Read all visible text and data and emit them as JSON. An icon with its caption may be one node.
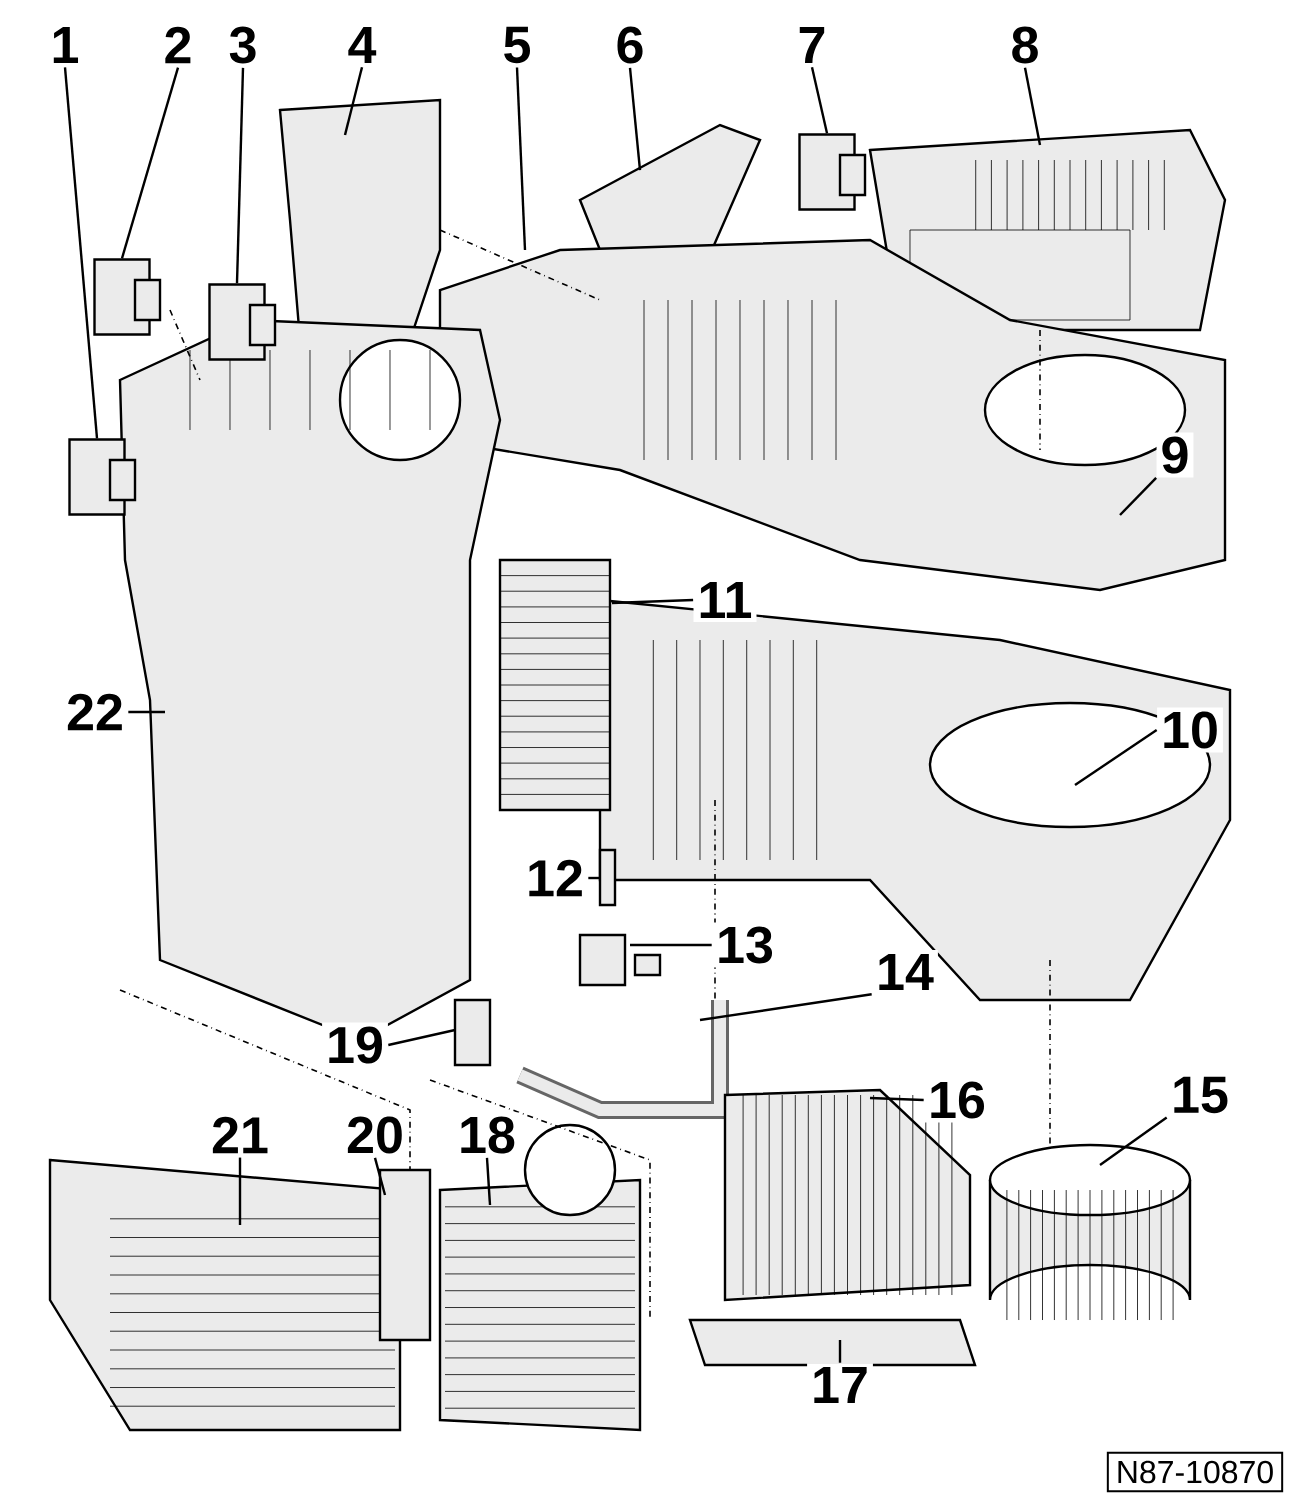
{
  "diagram": {
    "nodes": [
      {
        "text": [
          "1"
        ]
      },
      {
        "text": [
          "2"
        ]
      },
      {
        "text": [
          "3"
        ]
      },
      {
        "text": [
          "4"
        ]
      },
      {
        "text": [
          "5"
        ]
      },
      {
        "text": [
          "6"
        ]
      },
      {
        "text": [
          "7"
        ]
      },
      {
        "text": [
          "8"
        ]
      },
      {
        "text": [
          "9"
        ]
      },
      {
        "text": [
          "10"
        ]
      },
      {
        "text": [
          "11"
        ]
      },
      {
        "text": [
          "12"
        ]
      },
      {
        "text": [
          "13"
        ]
      },
      {
        "text": [
          "14"
        ]
      },
      {
        "text": [
          "15"
        ]
      },
      {
        "text": [
          "16"
        ]
      },
      {
        "text": [
          "17"
        ]
      },
      {
        "text": [
          "18"
        ]
      },
      {
        "text": [
          "19"
        ]
      },
      {
        "text": [
          "20"
        ]
      },
      {
        "text": [
          "21"
        ]
      },
      {
        "text": [
          "22"
        ]
      },
      {
        "text": [],
        "shape": "box"
      },
      {
        "text": [],
        "shape": "box"
      },
      {
        "text": [],
        "shape": "box"
      },
      {
        "text": [],
        "shape": "box"
      }
    ],
    "edges": [
      {
        "from": 0,
        "to": 22,
        "arrow": "none"
      },
      {
        "from": 1,
        "to": 23,
        "arrow": "none"
      },
      {
        "from": 2,
        "to": 24,
        "arrow": "none"
      },
      {
        "from": 3,
        "to": null,
        "arrow": "none"
      },
      {
        "from": 4,
        "to": null,
        "arrow": "none"
      },
      {
        "from": 5,
        "to": null,
        "arrow": "none"
      },
      {
        "from": 6,
        "to": 25,
        "arrow": "none"
      },
      {
        "from": 7,
        "to": null,
        "arrow": "none"
      },
      {
        "from": 8,
        "to": null,
        "arrow": "none"
      },
      {
        "from": 9,
        "to": null,
        "arrow": "none"
      },
      {
        "from": 10,
        "to": null,
        "arrow": "none"
      },
      {
        "from": 11,
        "to": null,
        "arrow": "none"
      },
      {
        "from": 12,
        "to": null,
        "arrow": "none"
      },
      {
        "from": 13,
        "to": null,
        "arrow": "none"
      },
      {
        "from": 14,
        "to": null,
        "arrow": "none"
      },
      {
        "from": 15,
        "to": null,
        "arrow": "none"
      },
      {
        "from": 16,
        "to": null,
        "arrow": "none"
      },
      {
        "from": 17,
        "to": null,
        "arrow": "none"
      },
      {
        "from": 18,
        "to": null,
        "arrow": "none"
      },
      {
        "from": 19,
        "to": null,
        "arrow": "none"
      },
      {
        "from": 20,
        "to": null,
        "arrow": "none"
      },
      {
        "from": 21,
        "to": null,
        "arrow": "none"
      }
    ],
    "labels": [
      "N87-10870"
    ]
  }
}
